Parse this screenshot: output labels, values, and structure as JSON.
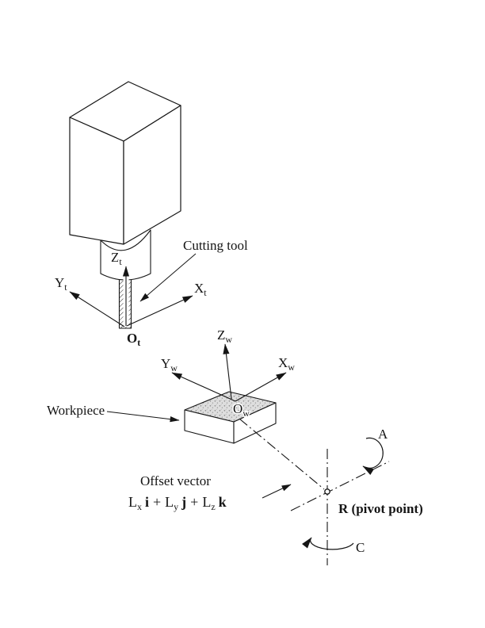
{
  "figure": {
    "labels": {
      "cutting_tool": "Cutting tool",
      "workpiece": "Workpiece",
      "offset_vector": "Offset vector",
      "pivot_point": "R (pivot point)",
      "rotation_a": "A",
      "rotation_c": "C"
    },
    "tool_frame": {
      "z": {
        "main": "Z",
        "sub": "t"
      },
      "y": {
        "main": "Y",
        "sub": "t"
      },
      "x": {
        "main": "X",
        "sub": "t"
      },
      "origin": {
        "main": "O",
        "sub": "t"
      }
    },
    "workpiece_frame": {
      "z": {
        "main": "Z",
        "sub": "w"
      },
      "y": {
        "main": "Y",
        "sub": "w"
      },
      "x": {
        "main": "X",
        "sub": "w"
      },
      "origin": {
        "main": "O",
        "sub": "w"
      }
    },
    "offset_formula": {
      "L": "L",
      "sub_x": "x",
      "sub_y": "y",
      "sub_z": "z",
      "i": "i",
      "j": "j",
      "k": "k",
      "plus": "+"
    }
  }
}
